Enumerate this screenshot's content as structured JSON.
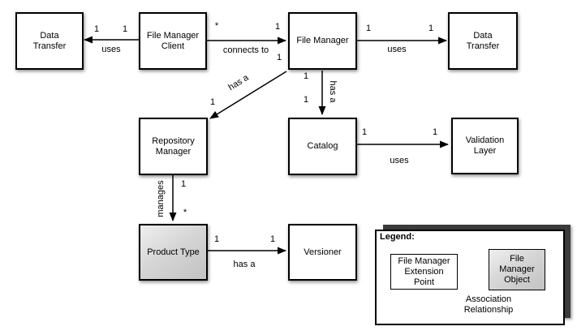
{
  "diagram": {
    "nodes": [
      {
        "id": "data-transfer-left",
        "label": "Data\nTransfer"
      },
      {
        "id": "file-manager-client",
        "label": "File Manager\nClient"
      },
      {
        "id": "file-manager",
        "label": "File Manager"
      },
      {
        "id": "data-transfer-right",
        "label": "Data\nTransfer"
      },
      {
        "id": "repository-manager",
        "label": "Repository\nManager"
      },
      {
        "id": "catalog",
        "label": "Catalog"
      },
      {
        "id": "validation-layer",
        "label": "Validation\nLayer"
      },
      {
        "id": "product-type",
        "label": "Product Type"
      },
      {
        "id": "versioner",
        "label": "Versioner"
      }
    ],
    "edges": [
      {
        "from": "file-manager-client",
        "to": "data-transfer-left",
        "label": "uses",
        "from_mult": "1",
        "to_mult": "1"
      },
      {
        "from": "file-manager-client",
        "to": "file-manager",
        "label": "connects to",
        "from_mult": "*",
        "to_mult": "1"
      },
      {
        "from": "file-manager",
        "to": "data-transfer-right",
        "label": "uses",
        "from_mult": "1",
        "to_mult": "1"
      },
      {
        "from": "file-manager",
        "to": "repository-manager",
        "label": "has a",
        "from_mult": "1",
        "to_mult": "1"
      },
      {
        "from": "file-manager",
        "to": "catalog",
        "label": "has a",
        "from_mult": "1",
        "to_mult": "1"
      },
      {
        "from": "catalog",
        "to": "validation-layer",
        "label": "uses",
        "from_mult": "1",
        "to_mult": "1"
      },
      {
        "from": "repository-manager",
        "to": "product-type",
        "label": "manages",
        "from_mult": "1",
        "to_mult": "*"
      },
      {
        "from": "product-type",
        "to": "versioner",
        "label": "has a",
        "from_mult": "1",
        "to_mult": "1"
      }
    ]
  },
  "legend": {
    "title": "Legend:",
    "extension_point_label": "File Manager\nExtension\nPoint",
    "object_label": "File\nManager\nObject",
    "association_label": "Association\nRelationship"
  },
  "colors": {
    "line": "#000000",
    "node_border": "#000000",
    "node_fill": "#ffffff",
    "shaded_fill_light": "#efefef",
    "shaded_fill_dark": "#c2c2c2",
    "legend_backdrop": "#3b3b3b"
  }
}
